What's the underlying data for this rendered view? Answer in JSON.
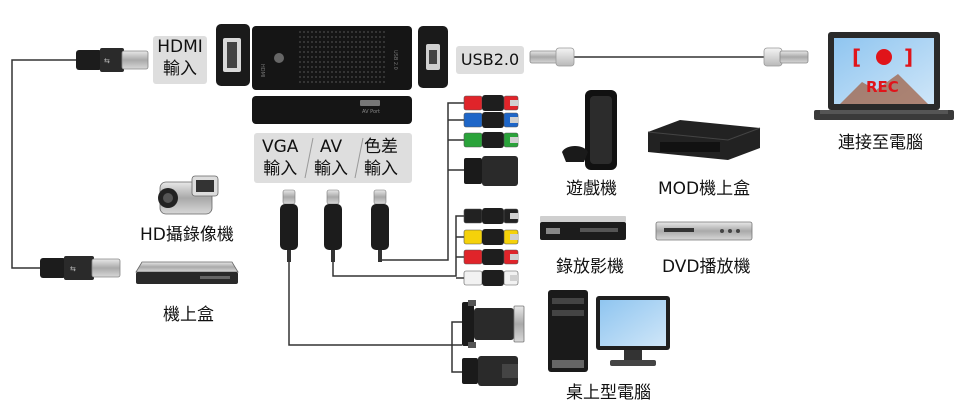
{
  "labels": {
    "hdmi_input": [
      "HDMI",
      "輸入"
    ],
    "usb": "USB2.0",
    "connect_pc": "連接至電腦",
    "vga_input": [
      "VGA",
      "輸入"
    ],
    "av_input": [
      "AV",
      "輸入"
    ],
    "component_input": [
      "色差",
      "輸入"
    ],
    "hd_camcorder": "HD攝錄像機",
    "settop_box": "機上盒",
    "game_console": "遊戲機",
    "mod_box": "MOD機上盒",
    "vcr": "錄放影機",
    "dvd_player": "DVD播放機",
    "desktop_pc": "桌上型電腦",
    "rec": "REC"
  },
  "colors": {
    "cable": "#333333",
    "red": "#e0242a",
    "green": "#2aa33a",
    "blue": "#1e66c8",
    "yellow": "#f5d20a",
    "white": "#f2f2f2",
    "device_black": "#1a1a1a",
    "label_bg": "#dedede"
  }
}
